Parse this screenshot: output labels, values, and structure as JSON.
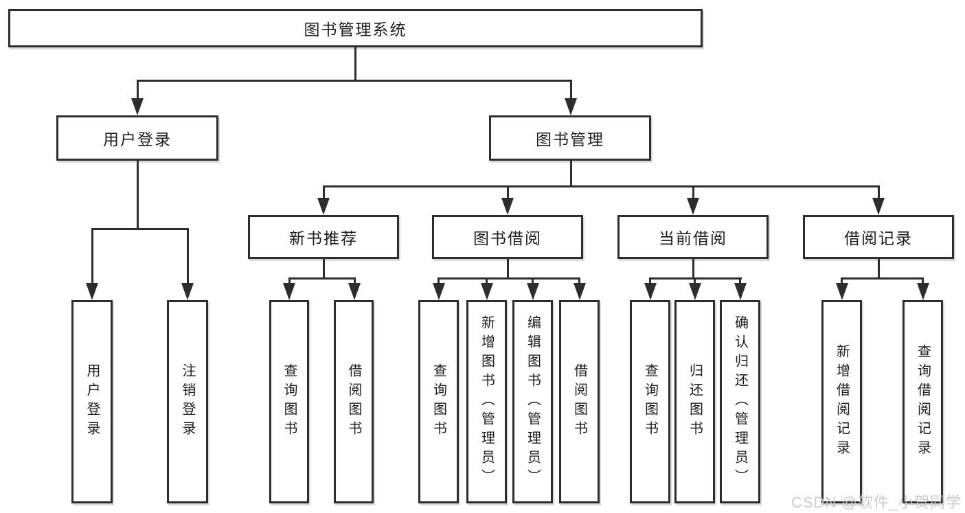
{
  "diagram": {
    "root": "图书管理系统",
    "branches": [
      {
        "label": "用户登录",
        "children": [
          "用户登录",
          "注销登录"
        ]
      },
      {
        "label": "图书管理",
        "sections": [
          {
            "label": "新书推荐",
            "children": [
              "查询图书",
              "借阅图书"
            ]
          },
          {
            "label": "图书借阅",
            "children": [
              "查询图书",
              "新增图书（管理员）",
              "编辑图书（管理员）",
              "借阅图书"
            ]
          },
          {
            "label": "当前借阅",
            "children": [
              "查询图书",
              "归还图书",
              "确认归还（管理员）"
            ]
          },
          {
            "label": "借阅记录",
            "children": [
              "新增借阅记录",
              "查询借阅记录"
            ]
          }
        ]
      }
    ]
  },
  "watermark": "CSDN @软件_小贺同学",
  "colors": {
    "line": "#2d2d2d",
    "text": "#1e1e1e",
    "box_background": "#ffffff",
    "watermark": "#c6c6c6",
    "background": "#ffffff"
  }
}
